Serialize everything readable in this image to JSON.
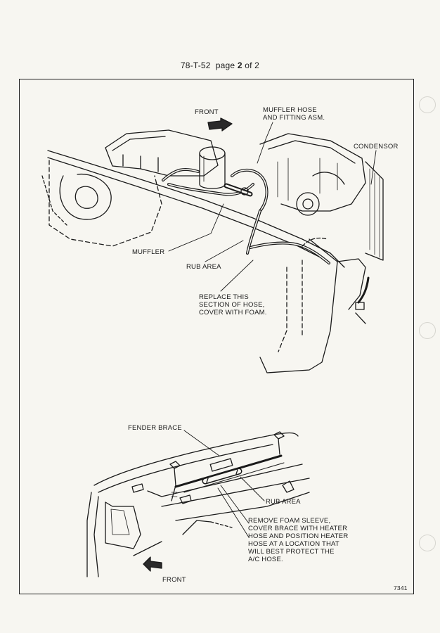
{
  "header": {
    "doc_number": "78-T-52",
    "page_prefix": "page",
    "page_current": "2",
    "page_of": "of 2"
  },
  "figure": {
    "figure_number": "7341",
    "upper": {
      "front": "FRONT",
      "muffler_hose_line1": "MUFFLER HOSE",
      "muffler_hose_line2": "AND FITTING ASM.",
      "condensor": "CONDENSOR",
      "muffler": "MUFFLER",
      "rub_area": "RUB AREA",
      "replace_line1": "REPLACE THIS",
      "replace_line2": "SECTION OF HOSE,",
      "replace_line3": "COVER WITH FOAM."
    },
    "lower": {
      "fender_brace": "FENDER BRACE",
      "rub_area": "RUB AREA",
      "remove_line1": "REMOVE FOAM SLEEVE,",
      "remove_line2": "COVER BRACE WITH HEATER",
      "remove_line3": "HOSE AND POSITION HEATER",
      "remove_line4": "HOSE AT A LOCATION THAT",
      "remove_line5": "WILL BEST PROTECT THE",
      "remove_line6": "A/C HOSE.",
      "front": "FRONT"
    }
  }
}
